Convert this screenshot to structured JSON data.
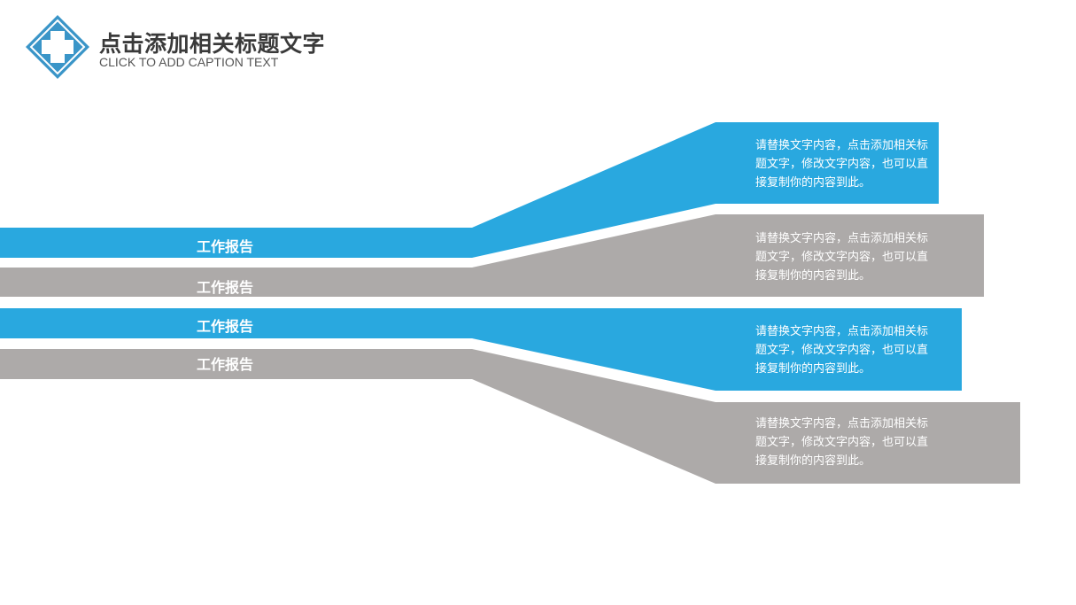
{
  "header": {
    "title": "点击添加相关标题文字",
    "subtitle": "CLICK TO ADD CAPTION TEXT",
    "logo_icon": "medical-cross-icon"
  },
  "colors": {
    "blue": "#29a8df",
    "gray": "#adaaa9",
    "logo": "#3a95c8",
    "text": "#ffffff"
  },
  "rows": [
    {
      "label": "工作报告",
      "color": "blue"
    },
    {
      "label": "工作报告",
      "color": "gray"
    },
    {
      "label": "工作报告",
      "color": "blue"
    },
    {
      "label": "工作报告",
      "color": "gray"
    }
  ],
  "cards": [
    {
      "text": "请替换文字内容，点击添加相关标题文字，修改文字内容，也可以直接复制你的内容到此。",
      "color": "blue"
    },
    {
      "text": "请替换文字内容，点击添加相关标题文字，修改文字内容，也可以直接复制你的内容到此。",
      "color": "gray"
    },
    {
      "text": "请替换文字内容，点击添加相关标题文字，修改文字内容，也可以直接复制你的内容到此。",
      "color": "blue"
    },
    {
      "text": "请替换文字内容，点击添加相关标题文字，修改文字内容，也可以直接复制你的内容到此。",
      "color": "gray"
    }
  ]
}
